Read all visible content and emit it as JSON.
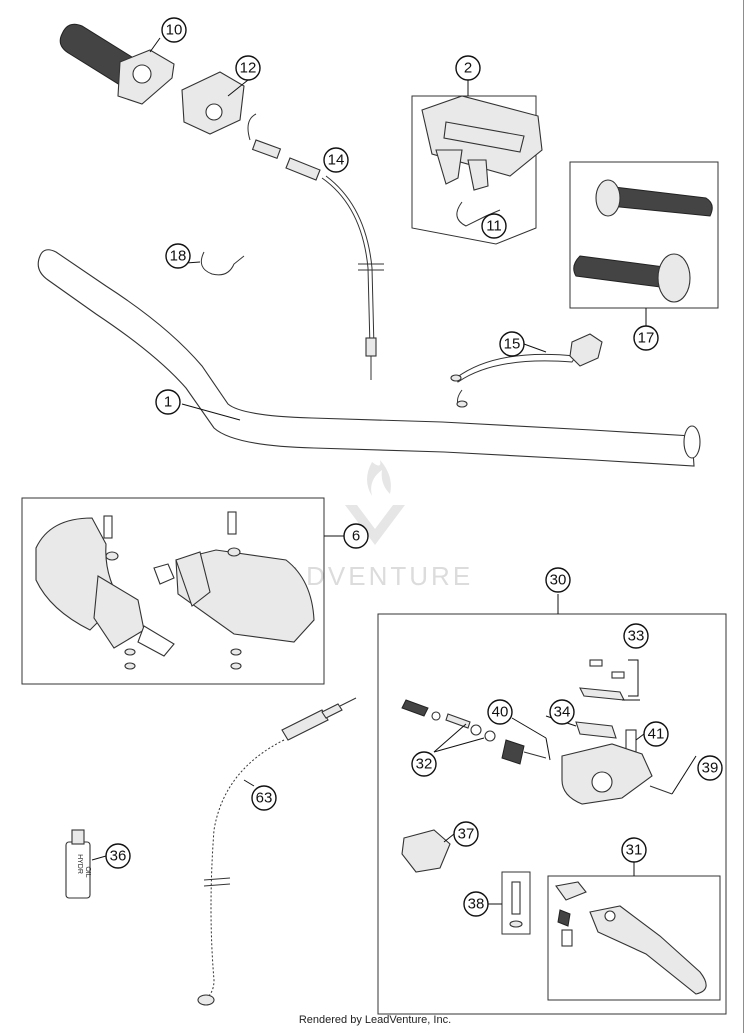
{
  "callouts": {
    "c1": "1",
    "c2": "2",
    "c6": "6",
    "c10": "10",
    "c11": "11",
    "c12": "12",
    "c14": "14",
    "c15": "15",
    "c17": "17",
    "c18": "18",
    "c30": "30",
    "c31": "31",
    "c32": "32",
    "c33": "33",
    "c34": "34",
    "c36": "36",
    "c37": "37",
    "c38": "38",
    "c39": "39",
    "c40": "40",
    "c41": "41",
    "c63": "63"
  },
  "labels": {
    "watermark": "LEADVENTURE",
    "oil_bottle_line1": "HYDR",
    "oil_bottle_line2": "OIL"
  },
  "footer": "Rendered by LeadVenture, Inc."
}
